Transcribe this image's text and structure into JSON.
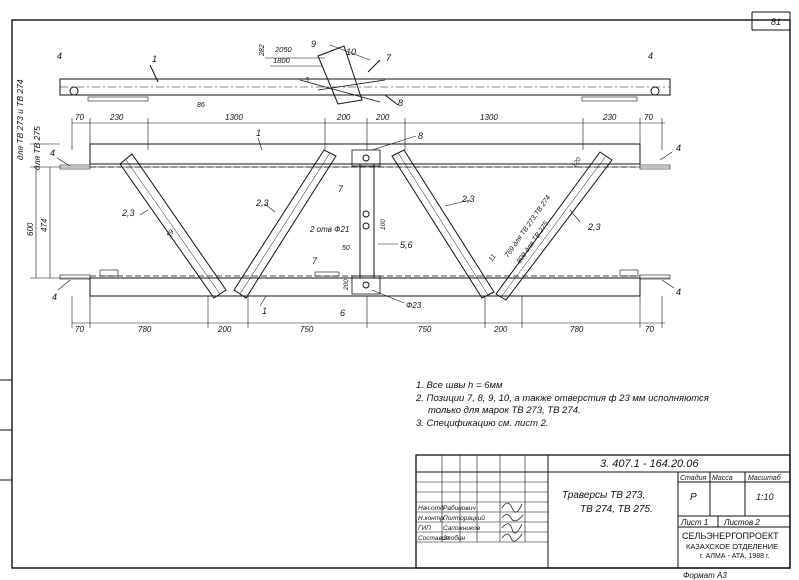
{
  "sheet_number": "81",
  "side_labels": {
    "top": "для ТВ 273 и ТВ 274",
    "bottom": "для ТВ 275"
  },
  "top_view": {
    "part_labels": [
      "4",
      "1",
      "9",
      "10",
      "7",
      "8",
      "4"
    ],
    "dims": [
      "282",
      "2050",
      "1800",
      "3",
      "86"
    ]
  },
  "dims_top": [
    "70",
    "230",
    "1300",
    "200",
    "200",
    "1300",
    "230",
    "70"
  ],
  "dims_bottom": [
    "70",
    "780",
    "200",
    "750",
    "750",
    "200",
    "780",
    "70"
  ],
  "dims_left": [
    "600",
    "474"
  ],
  "parts": {
    "p1_top": "1",
    "p1_bottom": "1",
    "p4_tl": "4",
    "p4_tr": "4",
    "p4_bl": "4",
    "p4_br": "4",
    "p23_a": "2,3",
    "p23_b": "2,3",
    "p23_c": "2,3",
    "p23_d": "2,3",
    "p7_a": "7",
    "p7_b": "7",
    "p8": "8",
    "p6": "6",
    "p56": "5,6"
  },
  "annotations": {
    "holes_21": "2 отв Ф21",
    "hole_23": "Ф23",
    "d19": "19",
    "d50": "50",
    "d100": "100",
    "d200": "200",
    "d120": "120",
    "d11": "11",
    "d769": "769 для ТВ 273,ТВ 274",
    "d809": "809 для ТВ 275"
  },
  "notes": [
    "1. Все швы h = 6мм",
    "2. Позиции 7, 8, 9, 10, а также отверстия ф 23 мм исполняются",
    "только для марок ТВ 273, ТВ 274.",
    "3. Спецификацию см. лист 2."
  ],
  "title_block": {
    "doc_code": "3. 407.1 - 164.20.06",
    "title_line1": "Траверсы ТВ 273,",
    "title_line2": "ТВ 274, ТВ 275.",
    "col_stage": "Стадия",
    "col_mass": "Масса",
    "col_scale": "Масштаб",
    "stage": "Р",
    "scale": "1:10",
    "sheet": "Лист 1",
    "sheets": "Листов 2",
    "org1": "СЕЛЬЭНЕРГОПРОЕКТ",
    "org2": "КАЗАХСКОЕ ОТДЕЛЕНИЕ",
    "org3": "г. АЛМА - АТА, 1988 г.",
    "roles": [
      "Нач.отд",
      "Н.контр.",
      "ГИП",
      "Составил"
    ],
    "names": [
      "Рабинович",
      "Полторацкий",
      "Сапожников",
      "Злобин"
    ]
  },
  "format": "Формат А3"
}
